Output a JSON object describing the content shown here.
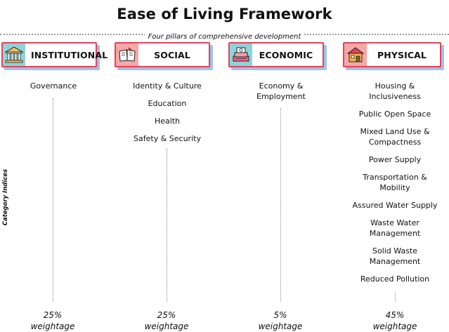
{
  "title": "Ease of Living Framework",
  "subtitle": "Four pillars of comprehensive development",
  "side_label": "Category Indices",
  "pillars": [
    {
      "name": "INSTITUTIONAL",
      "icon": "building-icon",
      "items": [
        "Governance"
      ],
      "weight_pct": "25%",
      "weight_label": "weightage"
    },
    {
      "name": "SOCIAL",
      "icon": "book-icon",
      "items": [
        "Identity & Culture",
        "Education",
        "Health",
        "Safety & Security"
      ],
      "weight_pct": "25%",
      "weight_label": "weightage"
    },
    {
      "name": "ECONOMIC",
      "icon": "money-icon",
      "items": [
        "Economy &\nEmployment"
      ],
      "weight_pct": "5%",
      "weight_label": "weightage"
    },
    {
      "name": "PHYSICAL",
      "icon": "house-icon",
      "items": [
        "Housing &\nInclusiveness",
        "Public Open Space",
        "Mixed Land Use &\nCompactness",
        "Power Supply",
        "Transportation &\nMobility",
        "Assured Water Supply",
        "Waste Water\nManagement",
        "Solid Waste\nManagement",
        "Reduced Pollution"
      ],
      "weight_pct": "45%",
      "weight_label": "weightage"
    }
  ],
  "colors": {
    "header_border": "#e2435a",
    "header_shadow": "#9fc2e8",
    "icon_bg_institutional": "#8fd3d9",
    "icon_bg_social": "#f7a7a6",
    "icon_bg_economic": "#8fd3d9",
    "icon_bg_physical": "#f7a7a6"
  }
}
